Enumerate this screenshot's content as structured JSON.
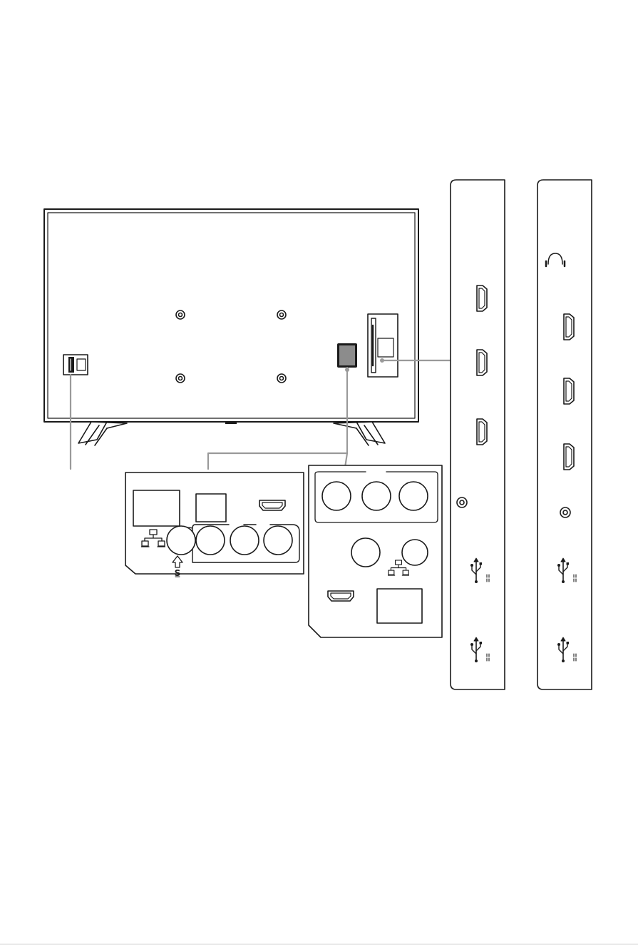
{
  "figure": {
    "type": "tv-rear-connector-diagram",
    "stroke_color": "#1a1a1a",
    "leader_color": "#9a9a9a",
    "fill_color": "#ffffff"
  },
  "tv_rear": {
    "vesa_mount_holes": 4,
    "stands": 2
  },
  "panel_left_bottom": {
    "icons": [
      "lan-icon",
      "up-arrow-icon",
      "service-s-icon"
    ],
    "service_label": "S",
    "ports": [
      "port-rect",
      "port-square",
      "hdmi-port",
      "round-port",
      "round-port",
      "round-port",
      "round-port"
    ]
  },
  "panel_right_bottom": {
    "icons": [
      "lan-icon",
      "hdmi-icon"
    ],
    "ports": [
      "round-port",
      "round-port",
      "round-port",
      "round-port",
      "round-port",
      "hdmi-port",
      "port-rect"
    ]
  },
  "side_panel_a": {
    "ports": [
      "hdmi-port",
      "hdmi-port",
      "hdmi-port",
      "av-jack",
      "usb-port",
      "usb-port"
    ],
    "icons": [
      "usb-icon",
      "usb-icon"
    ]
  },
  "side_panel_b": {
    "ports": [
      "headphone-jack",
      "hdmi-port",
      "hdmi-port",
      "hdmi-port",
      "av-jack",
      "usb-port",
      "usb-port"
    ],
    "icons": [
      "headphone-icon",
      "usb-icon",
      "usb-icon"
    ]
  }
}
